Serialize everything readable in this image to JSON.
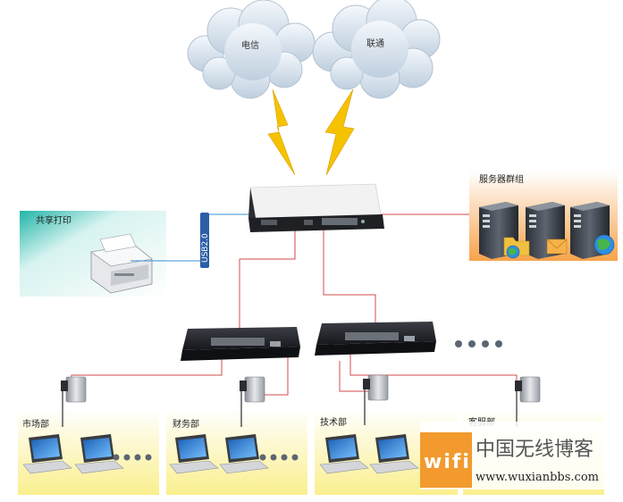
{
  "clouds": [
    {
      "label": "电信"
    },
    {
      "label": "联通"
    }
  ],
  "groups": {
    "printer": {
      "label": "共享打印"
    },
    "servers": {
      "label": "服务器群组"
    },
    "usb": {
      "label": "USB2.0"
    }
  },
  "departments": [
    {
      "label": "市场部"
    },
    {
      "label": "财务部"
    },
    {
      "label": "技术部"
    },
    {
      "label": "客服部"
    }
  ],
  "watermark": {
    "wifi": "wifi",
    "brand": "中国无线博客",
    "url": "www.wuxianbbs.com"
  },
  "colors": {
    "cloud": "#d9e6f2",
    "lightning": "#f5c200",
    "printer_box": "#c8ece8",
    "server_box": "#fbd4a8",
    "department_box": "#fdf7c4",
    "link_red": "#d34b4b",
    "link_blue": "#3a8fd6",
    "usb": "#2c5ea8",
    "watermark_orange": "#f29a2e"
  }
}
